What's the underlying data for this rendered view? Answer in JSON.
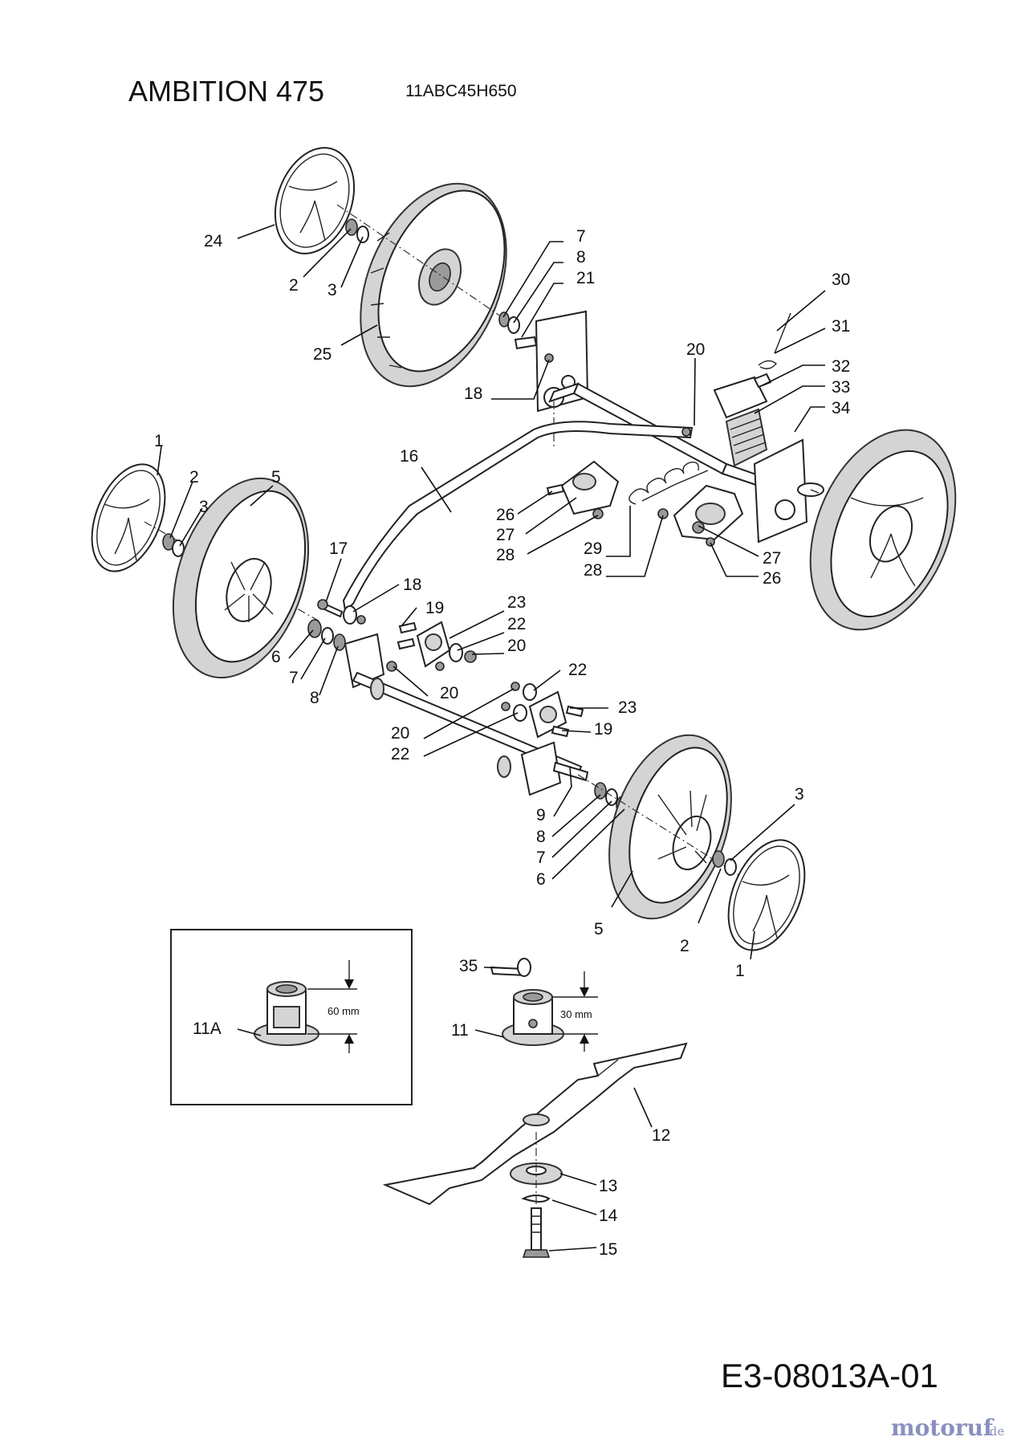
{
  "header": {
    "title": "AMBITION 475",
    "model_number": "11ABC45H650"
  },
  "footer": {
    "drawing_number": "E3-08013A-01",
    "watermark_main": "motoruf",
    "watermark_suffix": ".de"
  },
  "inset_labels": {
    "part_11a": "11A",
    "dim_60": "60 mm",
    "dim_30": "30 mm"
  },
  "callouts": [
    "24",
    "2",
    "3",
    "25",
    "7",
    "8",
    "21",
    "18",
    "30",
    "31",
    "20",
    "32",
    "33",
    "34",
    "1",
    "2",
    "3",
    "5",
    "16",
    "26",
    "27",
    "28",
    "29",
    "28",
    "27",
    "26",
    "17",
    "18",
    "19",
    "23",
    "22",
    "20",
    "6",
    "7",
    "8",
    "20",
    "22",
    "23",
    "19",
    "20",
    "22",
    "3",
    "9",
    "8",
    "7",
    "6",
    "5",
    "2",
    "1",
    "35",
    "11",
    "12",
    "13",
    "14",
    "15"
  ]
}
